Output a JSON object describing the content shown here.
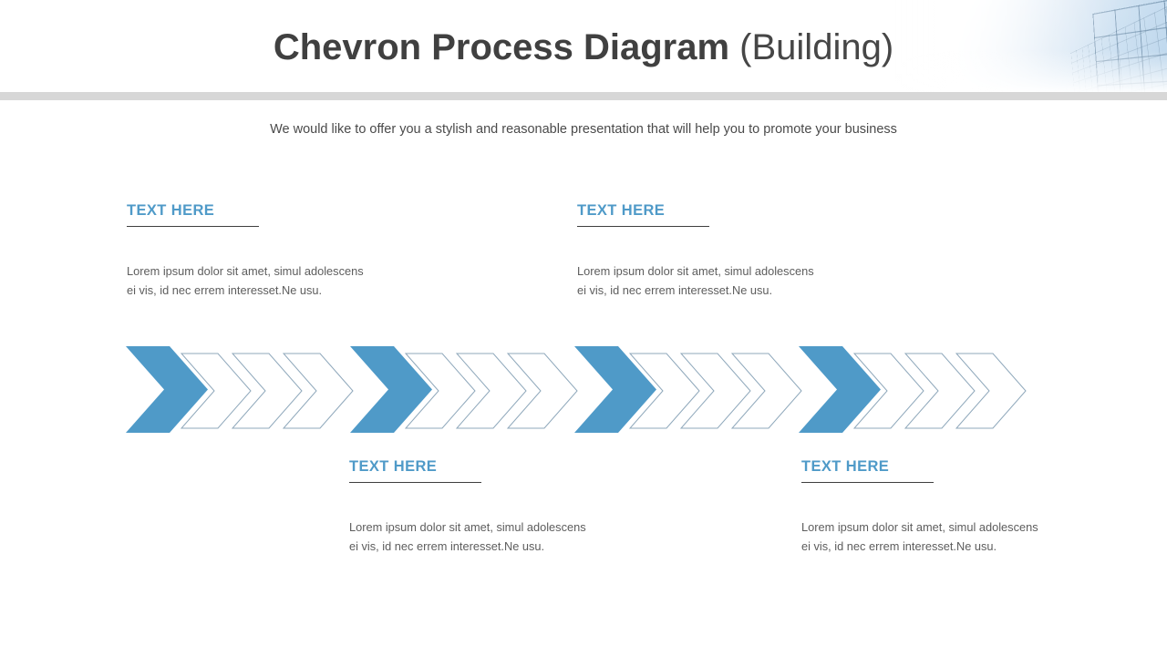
{
  "slide": {
    "title_bold": "Chevron Process Diagram",
    "title_regular": "(Building)",
    "subtitle": "We would like to offer you a stylish and reasonable presentation that will help you to promote your business",
    "accent_color": "#4f9ac8",
    "header_rule_color": "#d7d7d7",
    "body_text_color": "#5d5d5d",
    "heading_rule_color": "#3f3f3f",
    "chevron_outline_color": "#8fa8bb"
  },
  "blocks": [
    {
      "heading": "TEXT HERE",
      "body": "Lorem ipsum dolor  sit amet, simul adolescens\nei vis,  id nec errem interesset.Ne  usu."
    },
    {
      "heading": "TEXT HERE",
      "body": "Lorem ipsum dolor  sit amet, simul adolescens\nei vis,  id nec errem interesset.Ne  usu."
    },
    {
      "heading": "TEXT HERE",
      "body": "Lorem ipsum dolor  sit amet, simul adolescens\nei vis,  id nec errem interesset.Ne  usu."
    },
    {
      "heading": "TEXT HERE",
      "body": "Lorem ipsum dolor  sit amet, simul adolescens\nei vis,  id nec errem interesset.Ne  usu."
    }
  ],
  "chevron_diagram": {
    "group_count": 4,
    "filled_per_group": 1,
    "outline_per_group": 3,
    "group_left_positions": [
      138,
      384,
      630,
      876
    ],
    "filled_color": "#4f9ac8",
    "outline_stroke": "#8fa8bb"
  }
}
